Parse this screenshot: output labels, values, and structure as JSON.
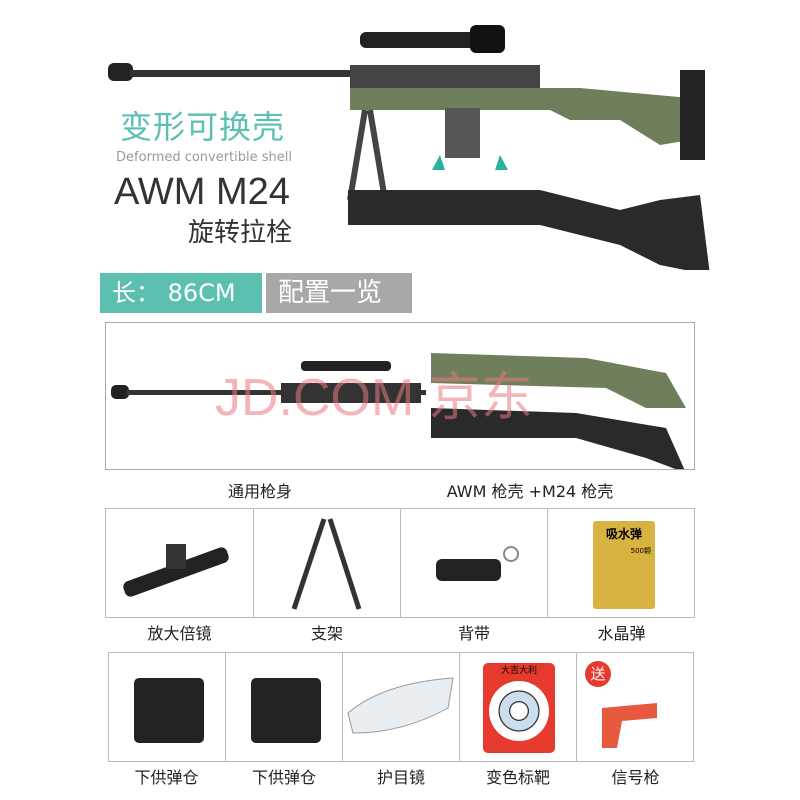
{
  "header": {
    "title_cn": "变形可换壳",
    "title_en": "Deformed convertible shell",
    "model": "AWM M24",
    "subtitle": "旋转拉栓"
  },
  "banner": {
    "length": "长：  86CM",
    "config": "配置一览"
  },
  "overview": {
    "watermark": "JD.COM 京东",
    "captions": [
      "通用枪身",
      "AWM 枪壳 +M24 枪壳"
    ]
  },
  "accessories_row1": [
    {
      "label": "放大倍镜",
      "icon": "scope-icon"
    },
    {
      "label": "支架",
      "icon": "bipod-icon"
    },
    {
      "label": "背带",
      "icon": "strap-icon"
    },
    {
      "label": "水晶弹",
      "icon": "gel-ball-pack-icon",
      "pack_text": "吸水弹",
      "count": "500颗"
    }
  ],
  "accessories_row2": [
    {
      "label": "下供弹仓",
      "icon": "magazine-icon"
    },
    {
      "label": "下供弹仓",
      "icon": "magazine-icon"
    },
    {
      "label": "护目镜",
      "icon": "goggles-icon"
    },
    {
      "label": "变色标靶",
      "icon": "target-icon",
      "target_text": "大吉大利"
    },
    {
      "label": "信号枪",
      "icon": "flare-gun-icon",
      "badge": "送"
    }
  ],
  "colors": {
    "teal": "#5cc0b0",
    "gray": "#a8a8a8",
    "olive": "#6f7f5c",
    "black": "#2a2a2a",
    "red": "#e63a2e"
  }
}
